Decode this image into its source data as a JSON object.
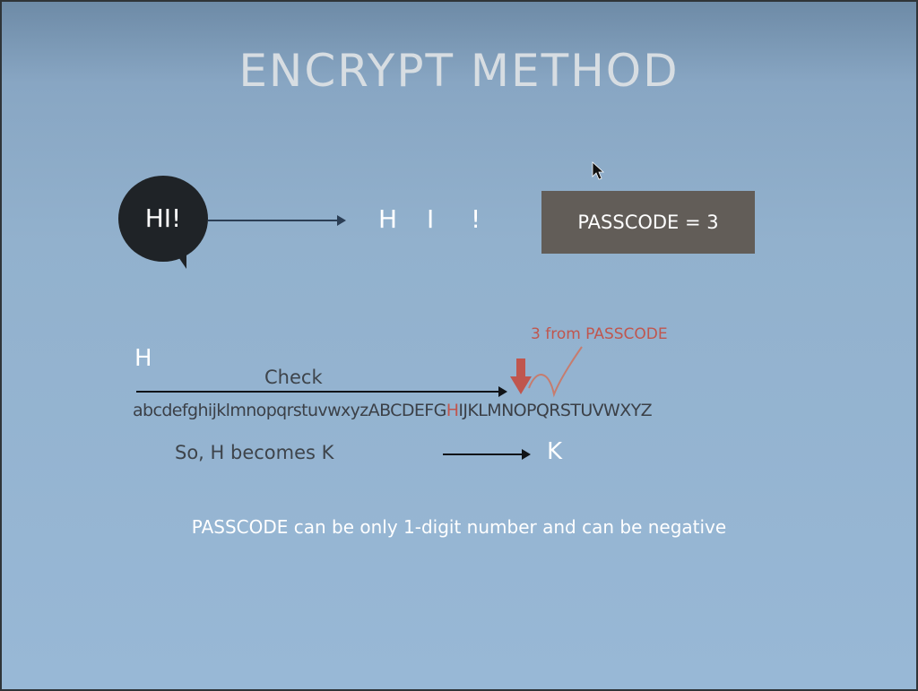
{
  "slide": {
    "title": "ENCRYPT METHOD",
    "bubble_text": "HI!",
    "chars": [
      "H",
      "I",
      "!"
    ],
    "passcode_label": "PASSCODE = 3",
    "input_letter": "H",
    "check_label": "Check",
    "from_label": "3 from PASSCODE",
    "alphabet_before": "abcdefghijklmnopqrstuvwxyzABCDEFG",
    "alphabet_highlight": "H",
    "alphabet_after": "IJKLMNOPQRSTUVWXYZ",
    "result_label": "So, H becomes K",
    "result_letter": "K",
    "note": "PASSCODE can be only 1-digit number and can be negative"
  },
  "colors": {
    "background": "#98b8d6",
    "highlight": "#c0564e",
    "passcode_box": "#625d58",
    "bubble": "#1f2327"
  },
  "icons": {
    "cursor": "mouse-pointer-icon",
    "down_arrow": "down-arrow-icon"
  }
}
